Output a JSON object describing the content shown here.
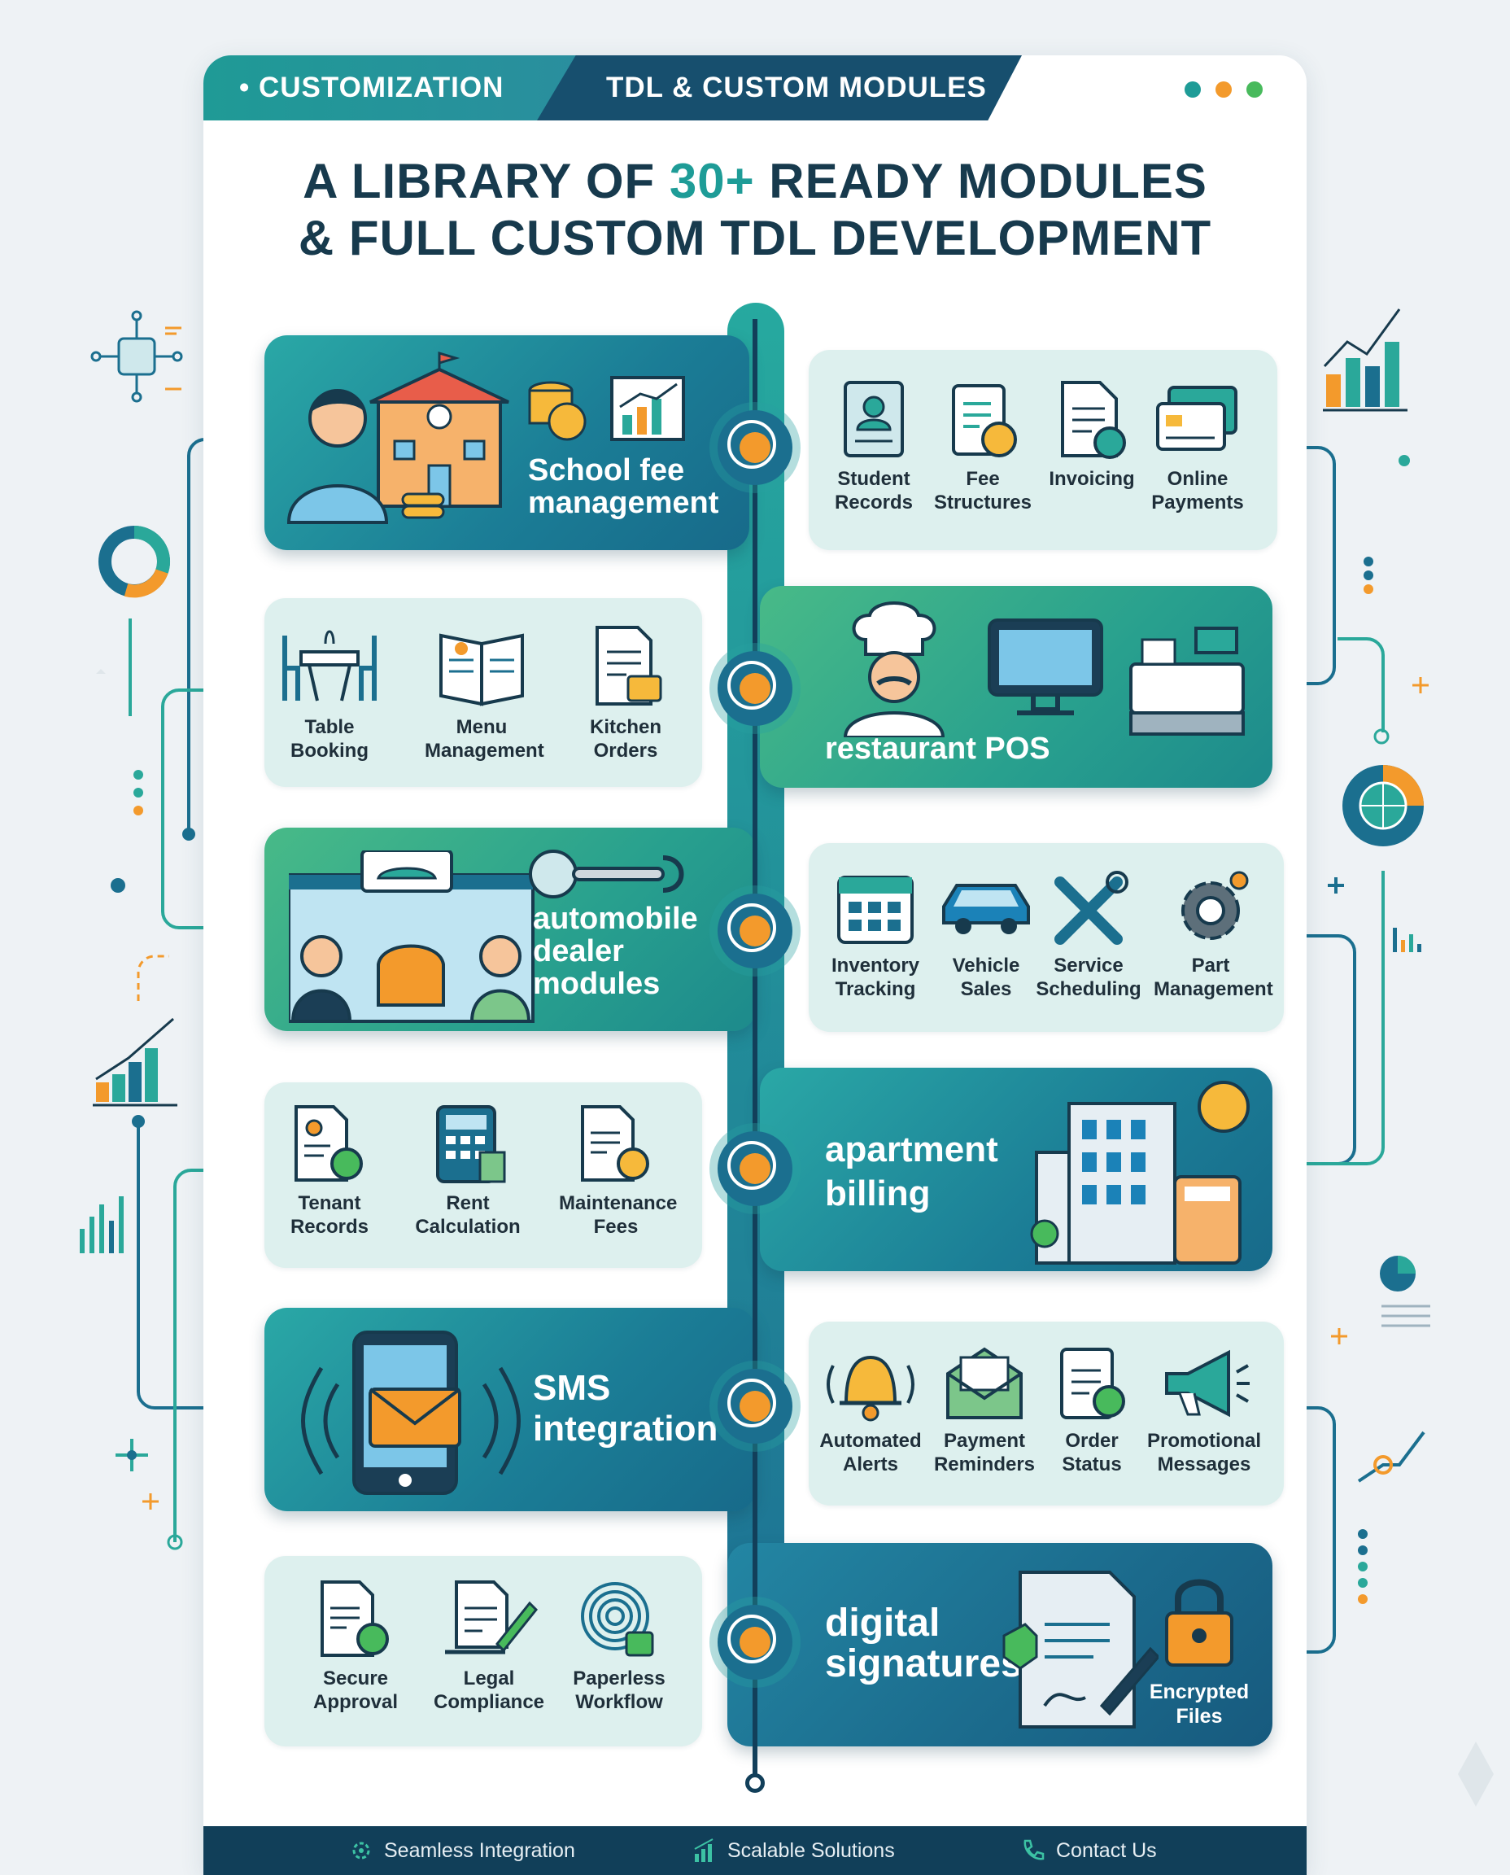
{
  "tabs": {
    "primary": "• CUSTOMIZATION",
    "secondary": "TDL & CUSTOM MODULES"
  },
  "window_dots": [
    "#1e9c97",
    "#f39a2c",
    "#48ba5c"
  ],
  "title": {
    "line1_a": "A LIBRARY OF ",
    "line1_highlight": "30+",
    "line1_b": " READY MODULES",
    "line2": "& FULL CUSTOM TDL DEVELOPMENT"
  },
  "modules": [
    {
      "name": "School fee management",
      "features": [
        "Student Records",
        "Fee Structures",
        "Invoicing",
        "Online Payments"
      ]
    },
    {
      "name": "restaurant POS",
      "features": [
        "Table Booking",
        "Menu Management",
        "Kitchen Orders"
      ]
    },
    {
      "name": "automobile dealer modules",
      "features": [
        "Inventory Tracking",
        "Vehicle Sales",
        "Service Scheduling",
        "Part Management"
      ]
    },
    {
      "name": "apartment billing",
      "features": [
        "Tenant Records",
        "Rent Calculation",
        "Maintenance Fees"
      ]
    },
    {
      "name": "SMS integration",
      "features": [
        "Automated Alerts",
        "Payment Reminders",
        "Order Status",
        "Promotional Messages"
      ]
    },
    {
      "name": "digital signatures",
      "features": [
        "Secure Approval",
        "Legal Compliance",
        "Paperless Workflow"
      ],
      "extra": "Encrypted Files"
    }
  ],
  "footer": [
    "Seamless Integration",
    "Scalable Solutions",
    "Contact Us"
  ],
  "colors": {
    "teal": "#1e9c97",
    "navy": "#173a4d",
    "orange": "#f39a2c",
    "light_panel": "#ddf0ee"
  }
}
